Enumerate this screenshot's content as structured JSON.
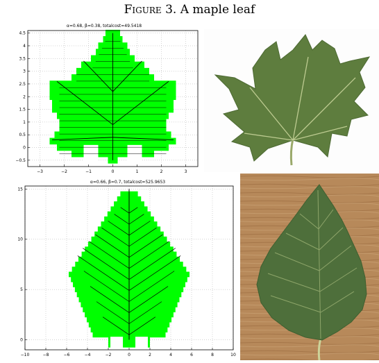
{
  "caption": {
    "figure": "Figure 3.",
    "text": "A maple leaf"
  },
  "chart_data": [
    {
      "type": "scatter",
      "title": "α=0.68,  β=0.38,  totalcost=49.5418",
      "xlabel": "",
      "ylabel": "",
      "xlim": [
        -3.5,
        3.5
      ],
      "ylim": [
        -0.75,
        4.6
      ],
      "x_ticks": [
        -3,
        -2,
        -1,
        0,
        1,
        2,
        3
      ],
      "y_ticks": [
        -0.5,
        0,
        0.5,
        1,
        1.5,
        2,
        2.5,
        3,
        3.5,
        4,
        4.5
      ],
      "grid": true,
      "colors": {
        "fill": "#00ff00",
        "branches": "#000000",
        "grid": "#aaaaaa"
      }
    },
    {
      "type": "scatter",
      "title": "α=0.66,  β=0.7,  totalcost=525.9653",
      "xlabel": "",
      "ylabel": "",
      "xlim": [
        -10,
        10
      ],
      "ylim": [
        -1,
        15.3
      ],
      "x_ticks": [
        -10,
        -8,
        -6,
        -4,
        -2,
        0,
        2,
        4,
        6,
        8,
        10
      ],
      "y_ticks": [
        0,
        5,
        10,
        15
      ],
      "grid": true,
      "colors": {
        "fill": "#00ff00",
        "branches": "#000000",
        "grid": "#aaaaaa"
      }
    }
  ],
  "photos": {
    "top": {
      "description_icon": "maple-leaf-photo",
      "background": "#ffffff",
      "leaf_color": "#5a7a3c"
    },
    "bottom": {
      "description_icon": "serrated-leaf-photo",
      "background": "#b88a5a",
      "leaf_color": "#4d6f3a"
    }
  }
}
